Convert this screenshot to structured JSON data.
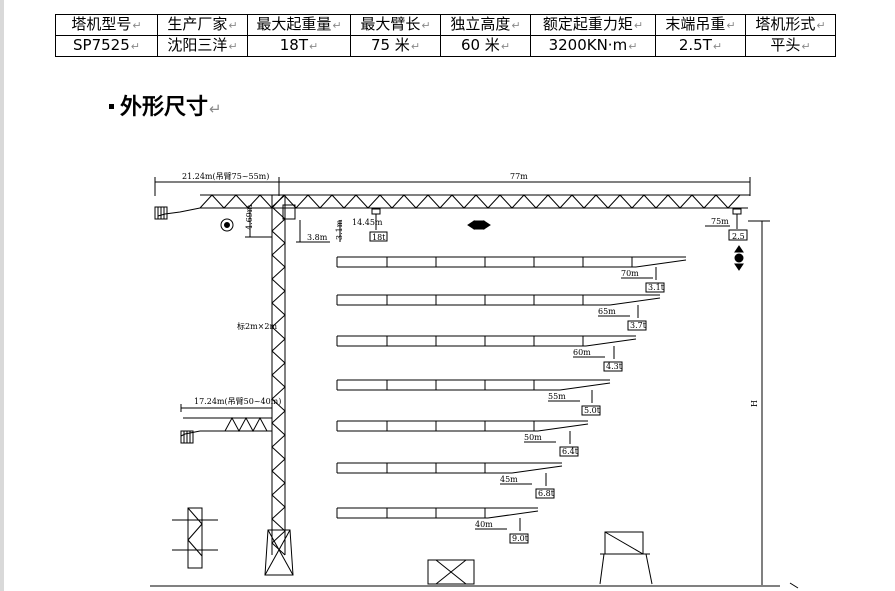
{
  "spec_table": {
    "headers": [
      "塔机型号",
      "生产厂家",
      "最大起重量",
      "最大臂长",
      "独立高度",
      "额定起重力矩",
      "末端吊重",
      "塔机形式"
    ],
    "values": [
      "SP7525",
      "沈阳三洋",
      "18T",
      "75 米",
      "60 米",
      "3200KN·m",
      "2.5T",
      "平头"
    ]
  },
  "section_heading": "外形尺寸",
  "drawing": {
    "counter_jib_label": "21.24m(吊臂75~55m)",
    "jib_length_label": "77m",
    "mast_top_label": "4.69m",
    "trolley_offset_label": "3.8m",
    "hook_height_label": "3.1m",
    "min_radius_label": "14.45m",
    "max_load_label": "18t",
    "tip_radius_label": "75m",
    "tip_load_label": "2.5",
    "mast_section_label": "标2m×2m",
    "lower_counter_jib_label": "17.24m(吊臂50~40m)",
    "height_label": "H",
    "jib_variants": [
      {
        "radius": "70m",
        "load": "3.1t"
      },
      {
        "radius": "65m",
        "load": "3.7t"
      },
      {
        "radius": "60m",
        "load": "4.3t"
      },
      {
        "radius": "55m",
        "load": "5.0t"
      },
      {
        "radius": "50m",
        "load": "6.4t"
      },
      {
        "radius": "45m",
        "load": "6.8t"
      },
      {
        "radius": "40m",
        "load": "9.0t"
      }
    ]
  }
}
